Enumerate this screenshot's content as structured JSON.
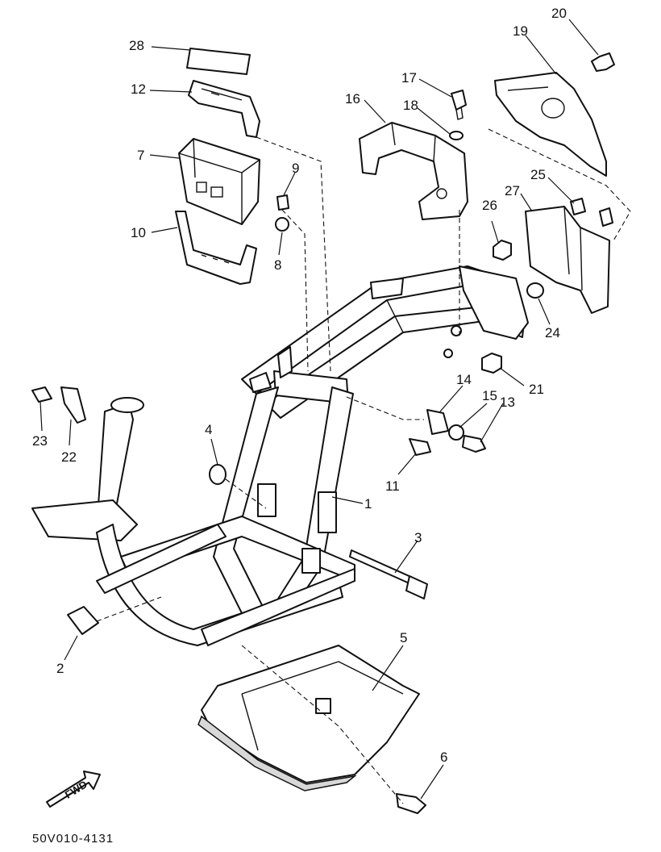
{
  "callouts": [
    {
      "id": "c28",
      "text": "28"
    },
    {
      "id": "c12",
      "text": "12"
    },
    {
      "id": "c7",
      "text": "7"
    },
    {
      "id": "c9",
      "text": "9"
    },
    {
      "id": "c10",
      "text": "10"
    },
    {
      "id": "c8",
      "text": "8"
    },
    {
      "id": "c17",
      "text": "17"
    },
    {
      "id": "c16",
      "text": "16"
    },
    {
      "id": "c18",
      "text": "18"
    },
    {
      "id": "c20",
      "text": "20"
    },
    {
      "id": "c19",
      "text": "19"
    },
    {
      "id": "c25",
      "text": "25"
    },
    {
      "id": "c27",
      "text": "27"
    },
    {
      "id": "c26",
      "text": "26"
    },
    {
      "id": "c24",
      "text": "24"
    },
    {
      "id": "c21",
      "text": "21"
    },
    {
      "id": "c14",
      "text": "14"
    },
    {
      "id": "c15",
      "text": "15"
    },
    {
      "id": "c13",
      "text": "13"
    },
    {
      "id": "c11",
      "text": "11"
    },
    {
      "id": "c23",
      "text": "23"
    },
    {
      "id": "c22",
      "text": "22"
    },
    {
      "id": "c4",
      "text": "4"
    },
    {
      "id": "c1",
      "text": "1"
    },
    {
      "id": "c3",
      "text": "3"
    },
    {
      "id": "c2",
      "text": "2"
    },
    {
      "id": "c5",
      "text": "5"
    },
    {
      "id": "c6",
      "text": "6"
    }
  ],
  "fwd_label": "FWD",
  "diagram_code": "50V010-4131"
}
